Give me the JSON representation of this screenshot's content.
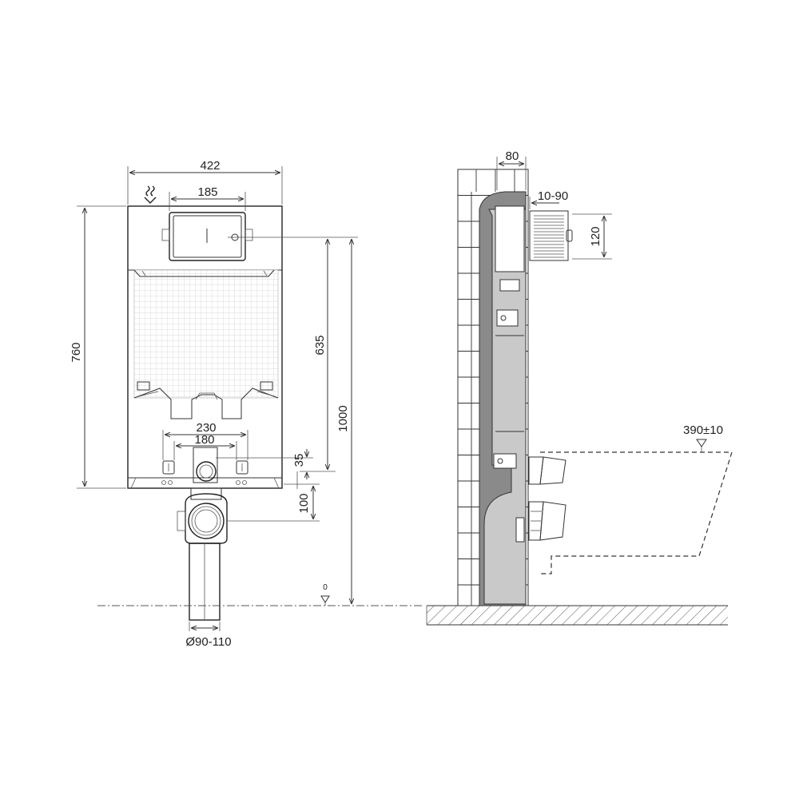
{
  "front_view": {
    "width_label": "422",
    "plate_width_label": "185",
    "height_label": "760",
    "plate_axis_height_label": "635",
    "total_height_label": "1000",
    "fixing_outer_label": "230",
    "fixing_inner_label": "180",
    "outlet_offset_label": "35",
    "drain_offset_label": "100",
    "floor_level_label": "0",
    "pipe_diameter_label": "Ø90-110"
  },
  "side_view": {
    "depth_label": "80",
    "wall_range_label": "10-90",
    "box_height_label": "120",
    "bowl_height_label": "390±10"
  },
  "colors": {
    "line": "#333333",
    "frame_fill": "#8a8a8a",
    "light_fill": "#c9c9c9",
    "background": "#ffffff"
  }
}
